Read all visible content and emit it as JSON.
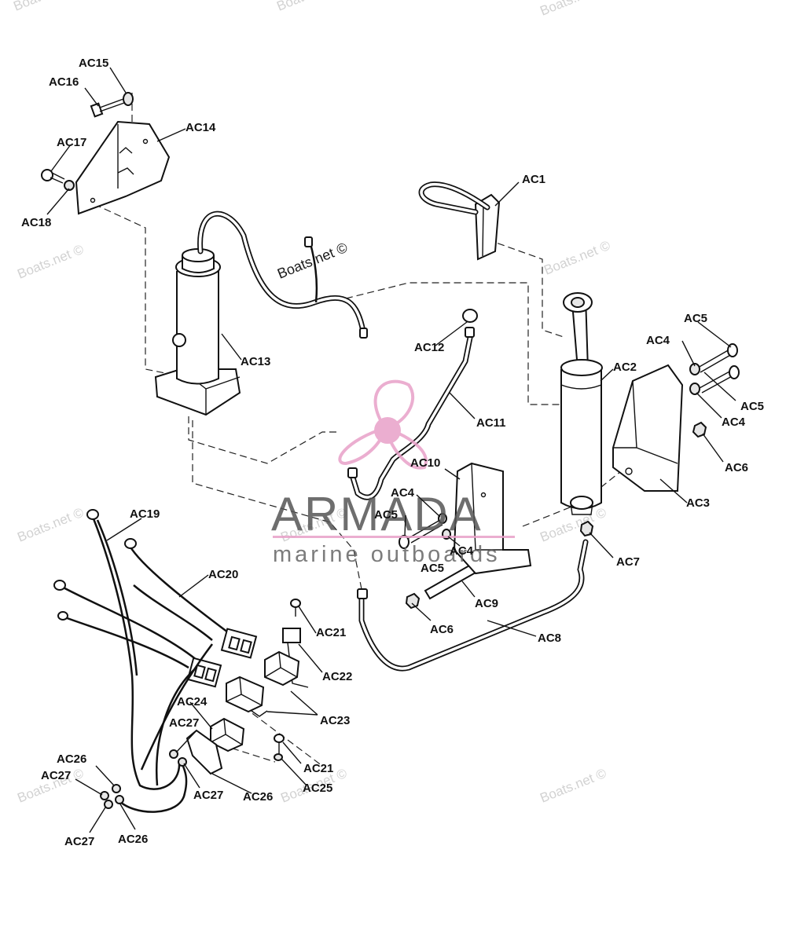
{
  "watermark": {
    "site_text": "Boats.net ©",
    "brand": "ARMADA",
    "brand_sub": "marine outboards",
    "brand_color": "#e8a0c8"
  },
  "labels": {
    "ac1": "AC1",
    "ac2": "AC2",
    "ac3": "AC3",
    "ac4a": "AC4",
    "ac4b": "AC4",
    "ac4c": "AC4",
    "ac4d": "AC4",
    "ac5a": "AC5",
    "ac5b": "AC5",
    "ac5c": "AC5",
    "ac5d": "AC5",
    "ac6a": "AC6",
    "ac6b": "AC6",
    "ac7": "AC7",
    "ac8": "AC8",
    "ac9": "AC9",
    "ac10": "AC10",
    "ac11": "AC11",
    "ac12": "AC12",
    "ac13": "AC13",
    "ac14": "AC14",
    "ac15": "AC15",
    "ac16": "AC16",
    "ac17": "AC17",
    "ac18": "AC18",
    "ac19": "AC19",
    "ac20": "AC20",
    "ac21a": "AC21",
    "ac21b": "AC21",
    "ac22": "AC22",
    "ac23": "AC23",
    "ac24": "AC24",
    "ac25": "AC25",
    "ac26a": "AC26",
    "ac26b": "AC26",
    "ac26c": "AC26",
    "ac27a": "AC27",
    "ac27b": "AC27",
    "ac27c": "AC27",
    "ac27d": "AC27"
  }
}
